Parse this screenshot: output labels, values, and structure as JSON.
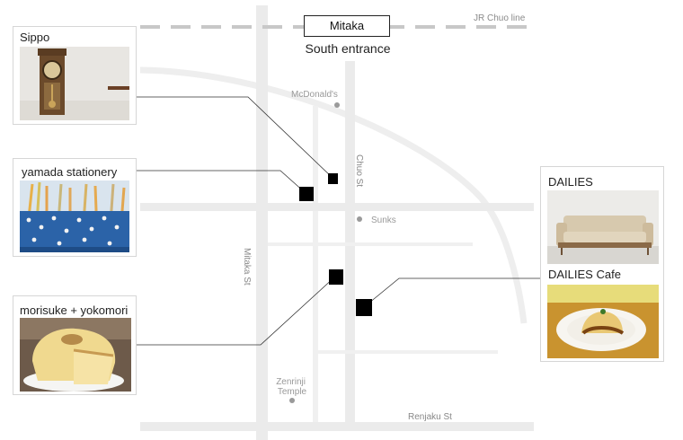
{
  "station": {
    "name": "Mitaka",
    "entrance": "South entrance"
  },
  "railway": {
    "label": "JR Chuo line"
  },
  "streets": {
    "chuo": "Chuo St",
    "mitaka": "Mitaka St",
    "renjaku": "Renjaku St"
  },
  "landmarks": {
    "mcdonalds": "McDonald's",
    "sunks": "Sunks",
    "temple": "Zenrinji\nTemple"
  },
  "shops": [
    {
      "id": "sippo",
      "name": "Sippo"
    },
    {
      "id": "yamada",
      "name": "yamada stationery"
    },
    {
      "id": "morisuke",
      "name": "morisuke + yokomori"
    },
    {
      "id": "dailies",
      "name": "DAILIES"
    },
    {
      "id": "dailies-cafe",
      "name": "DAILIES Cafe"
    }
  ],
  "colors": {
    "road": "#ebebeb",
    "rail_dash": "#c8c8c8",
    "marker": "#000000",
    "leader_line": "#333333",
    "landmark_dot": "#9a9a9a",
    "card_border": "#d6d6d6"
  }
}
